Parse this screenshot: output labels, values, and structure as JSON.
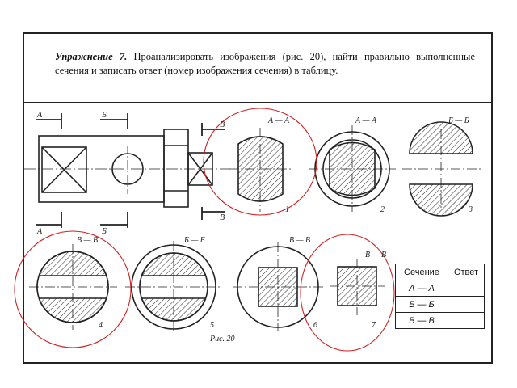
{
  "task": {
    "title": "Упражнение 7.",
    "text": "Проанализировать изображения (рис. 20), найти правильно выполненные сечения и записать ответ (номер изображения сечения) в таблицу."
  },
  "figure": {
    "caption": "Рис. 20",
    "cut_labels": [
      "А",
      "Б",
      "В",
      "А",
      "Б",
      "В"
    ],
    "section_titles": [
      "А — А",
      "А — А",
      "Б — Б",
      "В — В",
      "Б — Б",
      "В — В",
      "В — В"
    ],
    "numbers": [
      "1",
      "2",
      "3",
      "4",
      "5",
      "6",
      "7"
    ]
  },
  "table": {
    "headers": [
      "Сечение",
      "Ответ"
    ],
    "rows": [
      {
        "section": "А — А",
        "answer": ""
      },
      {
        "section": "Б — Б",
        "answer": ""
      },
      {
        "section": "В — В",
        "answer": ""
      }
    ]
  },
  "colors": {
    "ink": "#222222",
    "annotation": "#cc2222"
  }
}
